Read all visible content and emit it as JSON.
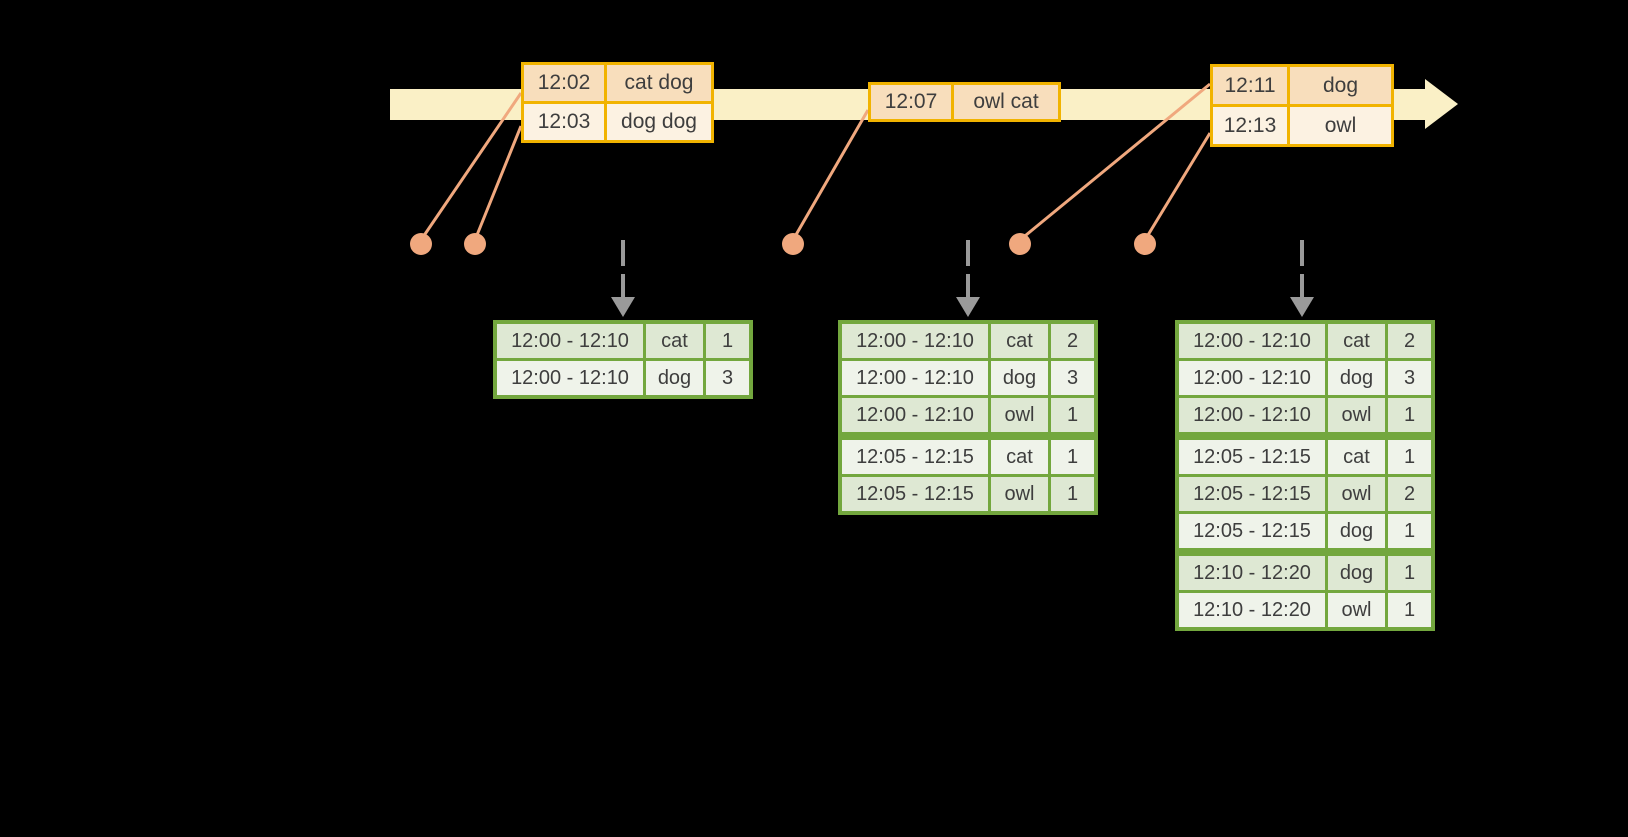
{
  "colors": {
    "background": "#000000",
    "timeline_band": "#FAF0C6",
    "event_table_border": "#F1B300",
    "event_row_dark": "#F8DEBC",
    "event_row_light": "#FCF2E2",
    "connector_salmon": "#F0A87E",
    "result_table_border": "#73A73E",
    "result_row_dark": "#DEE8D3",
    "result_row_light": "#EFF3EA",
    "trigger_arrow_gray": "#9A9A9A",
    "text": "#3E3E3E"
  },
  "event_stream": {
    "tables": [
      {
        "rows": [
          [
            "12:02",
            "cat dog"
          ],
          [
            "12:03",
            "dog dog"
          ]
        ]
      },
      {
        "rows": [
          [
            "12:07",
            "owl cat"
          ]
        ]
      },
      {
        "rows": [
          [
            "12:11",
            "dog"
          ],
          [
            "12:13",
            "owl"
          ]
        ]
      }
    ]
  },
  "result_tables": [
    {
      "rows": [
        [
          "12:00 - 12:10",
          "cat",
          "1"
        ],
        [
          "12:00 - 12:10",
          "dog",
          "3"
        ]
      ]
    },
    {
      "rows": [
        [
          "12:00 - 12:10",
          "cat",
          "2"
        ],
        [
          "12:00 - 12:10",
          "dog",
          "3"
        ],
        [
          "12:00 - 12:10",
          "owl",
          "1"
        ],
        [
          "12:05 - 12:15",
          "cat",
          "1"
        ],
        [
          "12:05 - 12:15",
          "owl",
          "1"
        ]
      ]
    },
    {
      "rows": [
        [
          "12:00 - 12:10",
          "cat",
          "2"
        ],
        [
          "12:00 - 12:10",
          "dog",
          "3"
        ],
        [
          "12:00 - 12:10",
          "owl",
          "1"
        ],
        [
          "12:05 - 12:15",
          "cat",
          "1"
        ],
        [
          "12:05 - 12:15",
          "owl",
          "2"
        ],
        [
          "12:05 - 12:15",
          "dog",
          "1"
        ],
        [
          "12:10 - 12:20",
          "dog",
          "1"
        ],
        [
          "12:10 - 12:20",
          "owl",
          "1"
        ]
      ]
    }
  ]
}
